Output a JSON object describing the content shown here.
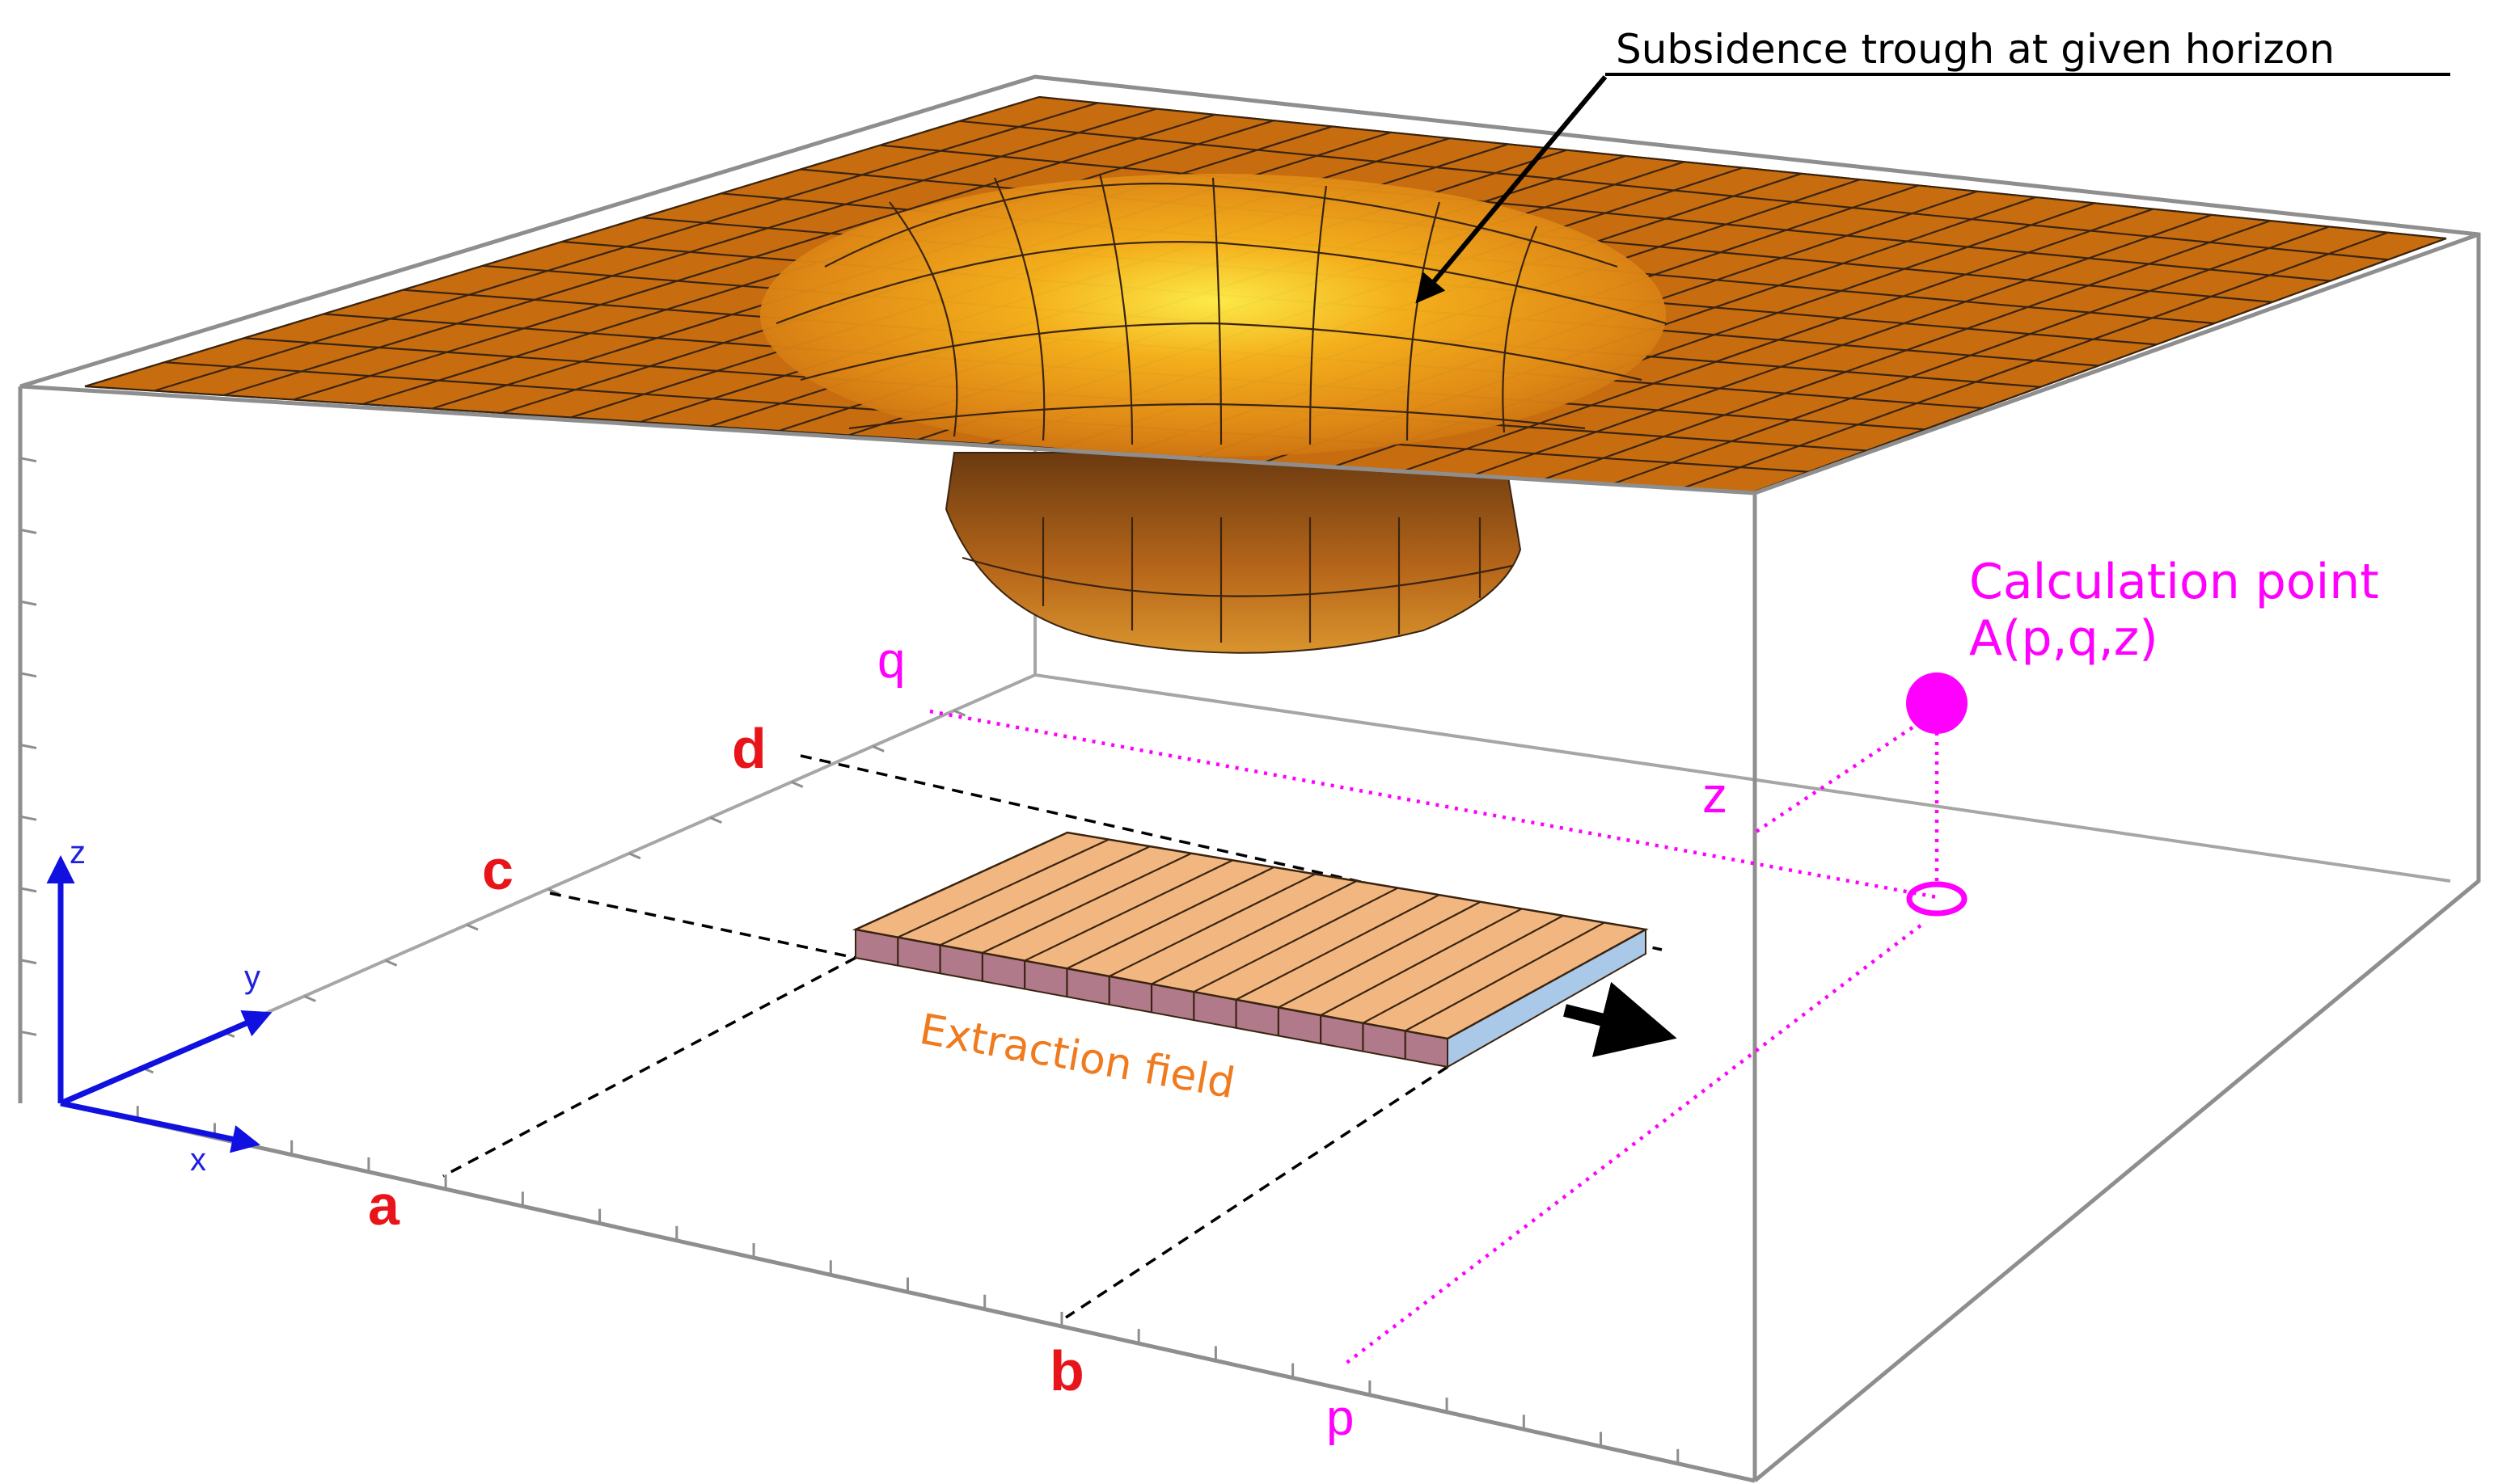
{
  "title_annotation": "Subsidence trough at given horizon",
  "calculation_point": {
    "line1": "Calculation point",
    "line2": "A(p,q,z)"
  },
  "extraction_field_label": "Extraction field",
  "field_corners": {
    "a": "a",
    "b": "b",
    "c": "c",
    "d": "d"
  },
  "point_coords": {
    "p": "p",
    "q": "q",
    "z": "z"
  },
  "axes": {
    "x": "x",
    "y": "y",
    "z": "z"
  },
  "colors": {
    "surface": "#c76d10",
    "trough_highlight": "#ffe640",
    "field_top": "#f2b781",
    "field_side": "#b07a8a",
    "field_end": "#aac8e8",
    "corner_labels": "#e8141a",
    "point_labels": "#ff00ff",
    "axes": "#1010e0"
  }
}
